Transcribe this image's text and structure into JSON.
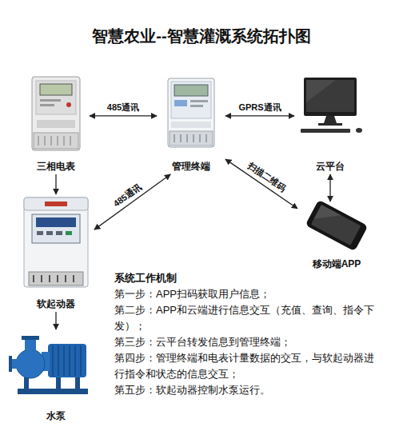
{
  "diagram": {
    "title": "智慧农业--智慧灌溉系统拓扑图",
    "nodes": [
      {
        "text": [
          "三相电表"
        ]
      },
      {
        "text": [
          "管理终端"
        ]
      },
      {
        "text": [
          "云平台"
        ]
      },
      {
        "text": [
          "软起动器"
        ]
      },
      {
        "text": [
          "移动端APP"
        ]
      },
      {
        "text": [
          "水泵"
        ]
      }
    ],
    "edges": [
      {
        "from": 0,
        "to": 1,
        "label": "485通讯",
        "arrow": "both"
      },
      {
        "from": 1,
        "to": 2,
        "label": "GPRS通讯",
        "arrow": "both"
      },
      {
        "from": 0,
        "to": 3,
        "arrow": "to"
      },
      {
        "from": 1,
        "to": 3,
        "label": "485通讯",
        "arrow": "both"
      },
      {
        "from": 1,
        "to": 4,
        "label": "扫描二维码",
        "arrow": "both"
      },
      {
        "from": 2,
        "to": 4,
        "arrow": "both"
      },
      {
        "from": 3,
        "to": 5,
        "arrow": "to"
      }
    ],
    "labels": [
      "系统工作机制",
      "第一步：APP扫码获取用户信息；",
      "第二步：APP和云端进行信息交互（充值、查询、指令下发）；",
      "第三步：云平台转发信息到管理终端；",
      "第四步：管理终端和电表计量数据的交互，与软起动器进行指令和状态的信息交互；",
      "第五步：软起动器控制水泵运行。"
    ]
  }
}
